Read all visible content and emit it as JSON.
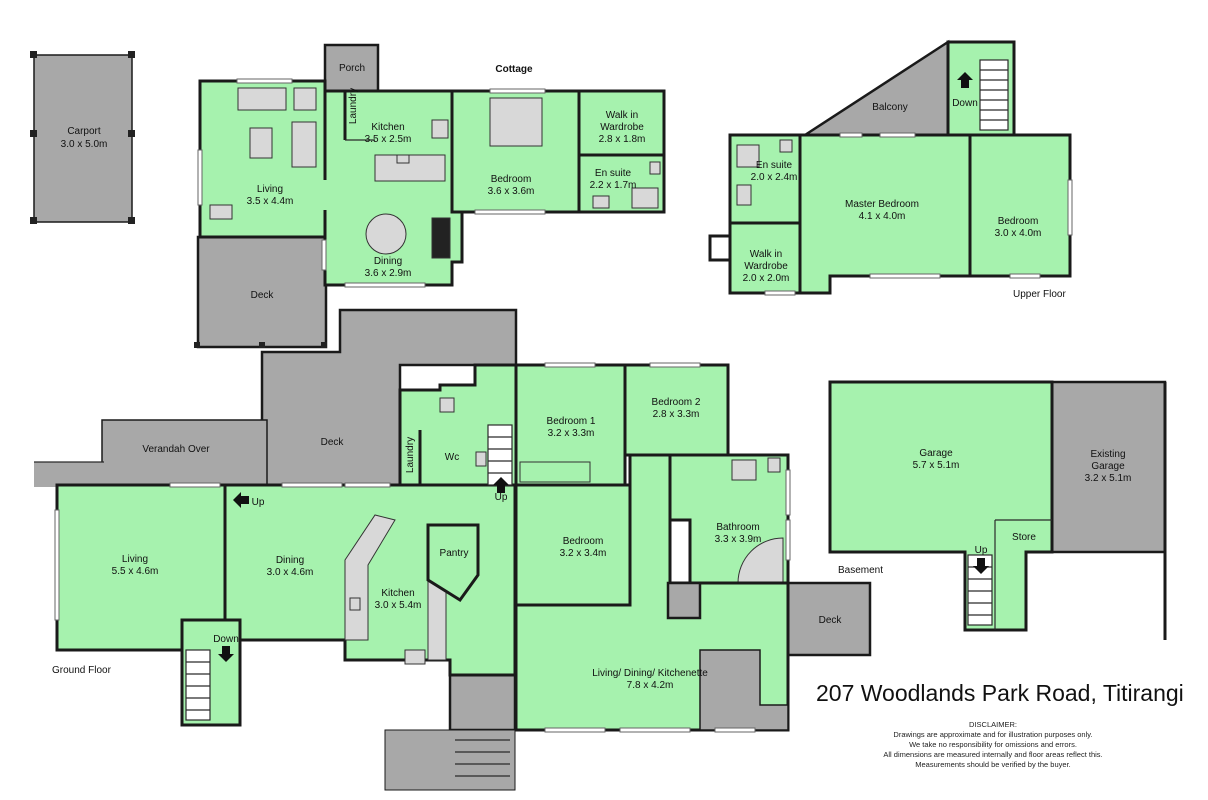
{
  "title": "207 Woodlands Park Road, Titirangi",
  "disclaimer": {
    "heading": "DISCLAIMER:",
    "lines": [
      "Drawings are approximate and for illustration purposes only.",
      "We take no responsibility for omissions and errors.",
      "All dimensions are measured internally and floor areas reflect this.",
      "Measurements should be verified by the buyer."
    ]
  },
  "floors": {
    "cottage": "Cottage",
    "upper": "Upper Floor",
    "ground": "Ground Floor",
    "basement": "Basement"
  },
  "rooms": {
    "carport": {
      "name": "Carport",
      "dims": "3.0 x 5.0m"
    },
    "porch": {
      "name": "Porch"
    },
    "cottage_laundry": {
      "name": "Laundry"
    },
    "cottage_kitchen": {
      "name": "Kitchen",
      "dims": "3.5 x 2.5m"
    },
    "cottage_living": {
      "name": "Living",
      "dims": "3.5 x 4.4m"
    },
    "cottage_dining": {
      "name": "Dining",
      "dims": "3.6 x 2.9m"
    },
    "cottage_bedroom": {
      "name": "Bedroom",
      "dims": "3.6 x 3.6m"
    },
    "cottage_wardrobe": {
      "name1": "Walk in",
      "name2": "Wardrobe",
      "dims": "2.8 x 1.8m"
    },
    "cottage_ensuite": {
      "name": "En suite",
      "dims": "2.2 x 1.7m"
    },
    "cottage_deck": {
      "name": "Deck"
    },
    "balcony": {
      "name": "Balcony"
    },
    "upper_down": {
      "name": "Down"
    },
    "upper_ensuite": {
      "name": "En suite",
      "dims": "2.0 x 2.4m"
    },
    "master_bedroom": {
      "name": "Master Bedroom",
      "dims": "4.1 x 4.0m"
    },
    "upper_bedroom": {
      "name": "Bedroom",
      "dims": "3.0 x 4.0m"
    },
    "upper_wardrobe": {
      "name1": "Walk in",
      "name2": "Wardrobe",
      "dims": "2.0 x 2.0m"
    },
    "garage": {
      "name": "Garage",
      "dims": "5.7 x 5.1m"
    },
    "existing_garage": {
      "name1": "Existing",
      "name2": "Garage",
      "dims": "3.2 x 5.1m"
    },
    "store": {
      "name": "Store"
    },
    "basement_up": {
      "name": "Up"
    },
    "deck_main": {
      "name": "Deck"
    },
    "verandah": {
      "name": "Verandah Over"
    },
    "bedroom1": {
      "name": "Bedroom 1",
      "dims": "3.2 x 3.3m"
    },
    "bedroom2": {
      "name": "Bedroom 2",
      "dims": "2.8 x 3.3m"
    },
    "ground_laundry": {
      "name": "Laundry"
    },
    "wc": {
      "name": "Wc"
    },
    "stairs_up": {
      "name": "Up"
    },
    "living": {
      "name": "Living",
      "dims": "5.5 x 4.6m"
    },
    "dining": {
      "name": "Dining",
      "dims": "3.0 x 4.6m"
    },
    "dining_up": {
      "name": "Up"
    },
    "pantry": {
      "name": "Pantry"
    },
    "kitchen": {
      "name": "Kitchen",
      "dims": "3.0 x 5.4m"
    },
    "bedroom": {
      "name": "Bedroom",
      "dims": "3.2 x 3.4m"
    },
    "bathroom": {
      "name": "Bathroom",
      "dims": "3.3 x 3.9m"
    },
    "ground_down": {
      "name": "Down"
    },
    "living_dining": {
      "name": "Living/ Dining/ Kitchenette",
      "dims": "7.8 x 4.2m"
    },
    "deck_basement": {
      "name": "Deck"
    }
  }
}
